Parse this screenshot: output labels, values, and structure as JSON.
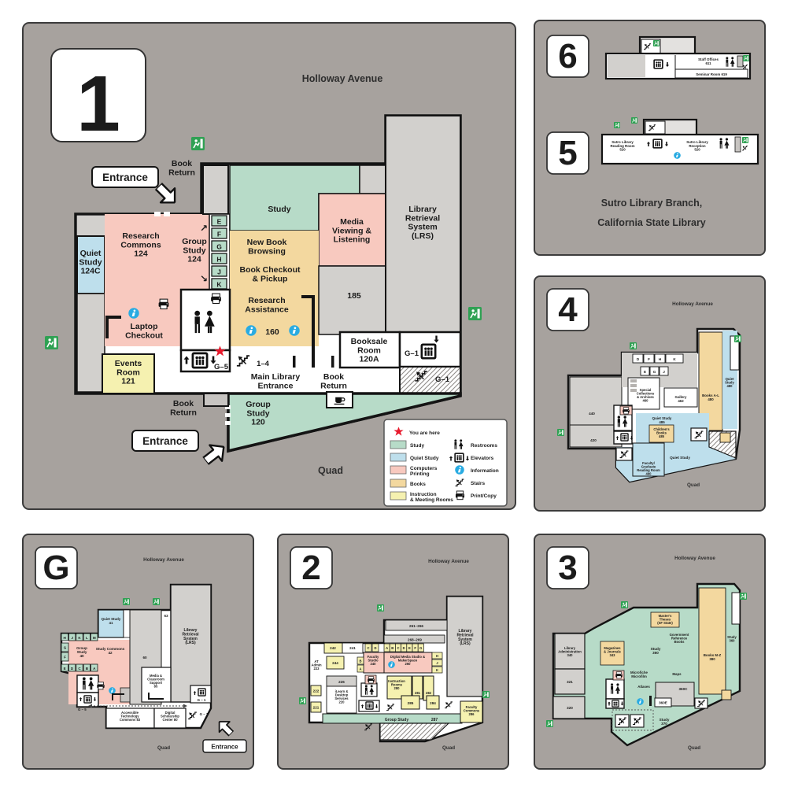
{
  "colors": {
    "panel_bg": "#a7a29e",
    "study": "#b7dbc8",
    "quiet_study": "#bedfec",
    "computers": "#f8c9bf",
    "books": "#f3d89f",
    "instruction": "#f5f1b0",
    "exit_green": "#2fa153",
    "info_blue": "#29abe2",
    "star_red": "#e8192c"
  },
  "legend": {
    "you_are_here": "You are here",
    "swatches": [
      {
        "label": "Study",
        "color": "#b7dbc8"
      },
      {
        "label": "Quiet Study",
        "color": "#bedfec"
      },
      {
        "label": "Computers\nPrinting",
        "color": "#f8c9bf"
      },
      {
        "label": "Books",
        "color": "#f3d89f"
      },
      {
        "label": "Instruction\n& Meeting Rooms",
        "color": "#f5f1b0"
      }
    ],
    "icons": [
      {
        "label": "Restrooms"
      },
      {
        "label": "Elevators"
      },
      {
        "label": "Information"
      },
      {
        "label": "Stairs"
      },
      {
        "label": "Print/Copy"
      }
    ]
  },
  "floor1": {
    "badge": "1",
    "street": "Holloway Avenue",
    "quad": "Quad",
    "entrance_top": "Entrance",
    "entrance_bottom": "Entrance",
    "book_return_top": "Book\nReturn",
    "book_return_inner": "Book\nReturn",
    "book_return_bottom": "Book\nReturn",
    "main_entrance": "Main Library\nEntrance",
    "rooms": {
      "quiet_study": "Quiet\nStudy\n124C",
      "research_commons": "Research\nCommons\n124",
      "group_study_124": "Group\nStudy\n124",
      "study": "Study",
      "media": "Media\nViewing &\nListening",
      "lrs": "Library\nRetrieval\nSystem\n(LRS)",
      "new_book": "New Book\nBrowsing",
      "checkout": "Book Checkout\n& Pickup",
      "research_assistance": "Research\nAssistance",
      "r160": "160",
      "r185": "185",
      "laptop": "Laptop\nCheckout",
      "events": "Events\nRoom\n121",
      "booksale": "Booksale\nRoom\n120A",
      "group_study_120": "Group\nStudy\n120"
    },
    "letters": [
      "E",
      "F",
      "G",
      "H",
      "J",
      "K"
    ],
    "labels": {
      "g5": "G–5",
      "stairs14": "1–4",
      "g1_elev": "G–1",
      "g1_stairs": "G–1"
    }
  },
  "sutro": {
    "badge6": "6",
    "badge5": "5",
    "caption1": "Sutro Library Branch,",
    "caption2": "California State Library",
    "floor6": {
      "staff": "Staff Offices\n611",
      "seminar": "Seminar Room 619"
    },
    "floor5": {
      "reading": "Sutro Library\nReading Room\n520",
      "reception": "Sutro Library\nReception\n520"
    }
  },
  "floor4": {
    "badge": "4",
    "street": "Holloway Avenue",
    "quad": "Quad",
    "rooms": {
      "r440": "440",
      "r420": "420",
      "special": "Special\nCollections\n& Archives\n460",
      "gallery": "Gallery\n462",
      "books_al": "Books A-L\n480",
      "quiet480": "Quiet\nStudy\n480",
      "quiet485": "Quiet Study\n485",
      "childrens": "Children's\nBooks\n485",
      "quiet_low": "Quiet Study",
      "faculty": "Faculty/\nGraduate\nReading Room\n490"
    },
    "letters_top": [
      "D",
      "F",
      "H",
      "K"
    ],
    "letters_mid": [
      "E",
      "G",
      "J"
    ]
  },
  "floorG": {
    "badge": "G",
    "street": "Holloway Avenue",
    "quad": "Quad",
    "entrance": "Entrance",
    "rooms": {
      "quiet41": "Quiet Study\n41",
      "commons42": "Study Commons\n42",
      "group40": "Group\nStudy\n40",
      "r63": "63",
      "r58": "58",
      "r60": "60",
      "lrs": "Library\nRetrieval\nSystem\n(LRS)",
      "media": "Media &\nClassroom\nSupport\n85",
      "atc": "Accessible\nTechnology\nCommons 83",
      "dsc": "Digital\nScholarship\nCenter 80"
    },
    "letters_top": [
      "H",
      "J",
      "K",
      "L",
      "M"
    ],
    "letters_left": [
      "G",
      "F"
    ],
    "letters_bottom": [
      "E",
      "D",
      "C",
      "B",
      "A"
    ],
    "labels": {
      "g5": "G – 5",
      "g1_elev": "G – 1",
      "g1_stairs": "G – 1"
    }
  },
  "floor2": {
    "badge": "2",
    "street": "Holloway Avenue",
    "quad": "Quad",
    "rooms": {
      "lrs": "Library\nRetrieval\nSystem\n(LRS)",
      "r261": "261–266",
      "r268": "268–269",
      "dms": "Digital Media Studio &\nMakerSpace\n260",
      "faculty_studio": "Faculty\nStudio\n240",
      "r242": "242",
      "r241": "241",
      "r244": "244",
      "at_admin": "AT\nAdmin\n223",
      "r226": "226",
      "ilearn": "iLearn &\nDesktop\nServices\n220",
      "r222": "222",
      "r221": "221",
      "instruction": "Instruction\nRooms\n280",
      "r281": "281",
      "r282": "282",
      "r285": "285",
      "r284": "284",
      "group287": "Group Study",
      "group287_num": "287",
      "faculty_commons": "Faculty\nCommons\n286"
    },
    "letters_row": [
      "A",
      "B",
      "C",
      "D",
      "E",
      "F",
      "G"
    ],
    "letters_hjk": [
      "H",
      "J",
      "K"
    ],
    "letters_cd": [
      "C",
      "D"
    ],
    "letters_ba": [
      "B",
      "A"
    ]
  },
  "floor3": {
    "badge": "3",
    "street": "Holloway Avenue",
    "quad": "Quad",
    "rooms": {
      "lib_admin": "Library\nAdministration\n340",
      "r321": "321",
      "r320": "320",
      "magazines": "Magazines\n& Journals\n343",
      "theses": "Master's\nTheses\n(SF State)",
      "gov": "Government\nReference\nBooks",
      "study360": "Study\n360",
      "books_mz": "Books M-Z\n380",
      "study360r": "Study\n360",
      "micro": "Microfiche\nMicrofilm",
      "maps": "Maps",
      "atlases": "Atlases",
      "r360c": "360C",
      "r360e": "360E",
      "study370": "Study\n370"
    }
  }
}
